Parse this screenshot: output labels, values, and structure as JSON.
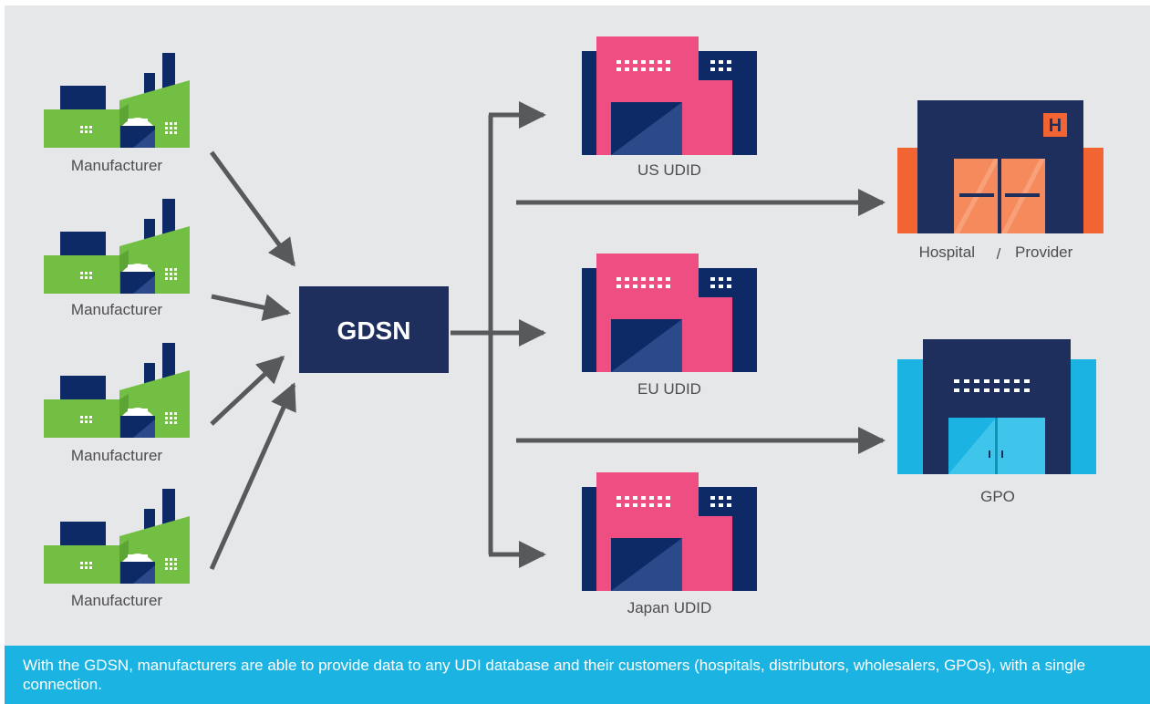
{
  "hub": {
    "label": "GDSN"
  },
  "manufacturers": [
    {
      "label": "Manufacturer"
    },
    {
      "label": "Manufacturer"
    },
    {
      "label": "Manufacturer"
    },
    {
      "label": "Manufacturer"
    }
  ],
  "databases": [
    {
      "label": "US UDID"
    },
    {
      "label": "EU UDID"
    },
    {
      "label": "Japan UDID"
    }
  ],
  "customers": {
    "hospital": {
      "label_left": "Hospital",
      "separator": "/",
      "label_right": "Provider",
      "sign": "H"
    },
    "gpo": {
      "label": "GPO"
    }
  },
  "caption": "With the GDSN, manufacturers are able to provide data to any UDI database and their customers (hospitals, distributors, wholesalers, GPOs), with a single connection.",
  "colors": {
    "background": "#e6e7e8",
    "navy": "#0d2a66",
    "factory_green": "#72bf44",
    "database_pink": "#ef4e83",
    "hospital_orange": "#f26532",
    "gpo_blue": "#1ab3e2",
    "arrow": "#58595b",
    "caption_bar": "#1ab3e2"
  }
}
